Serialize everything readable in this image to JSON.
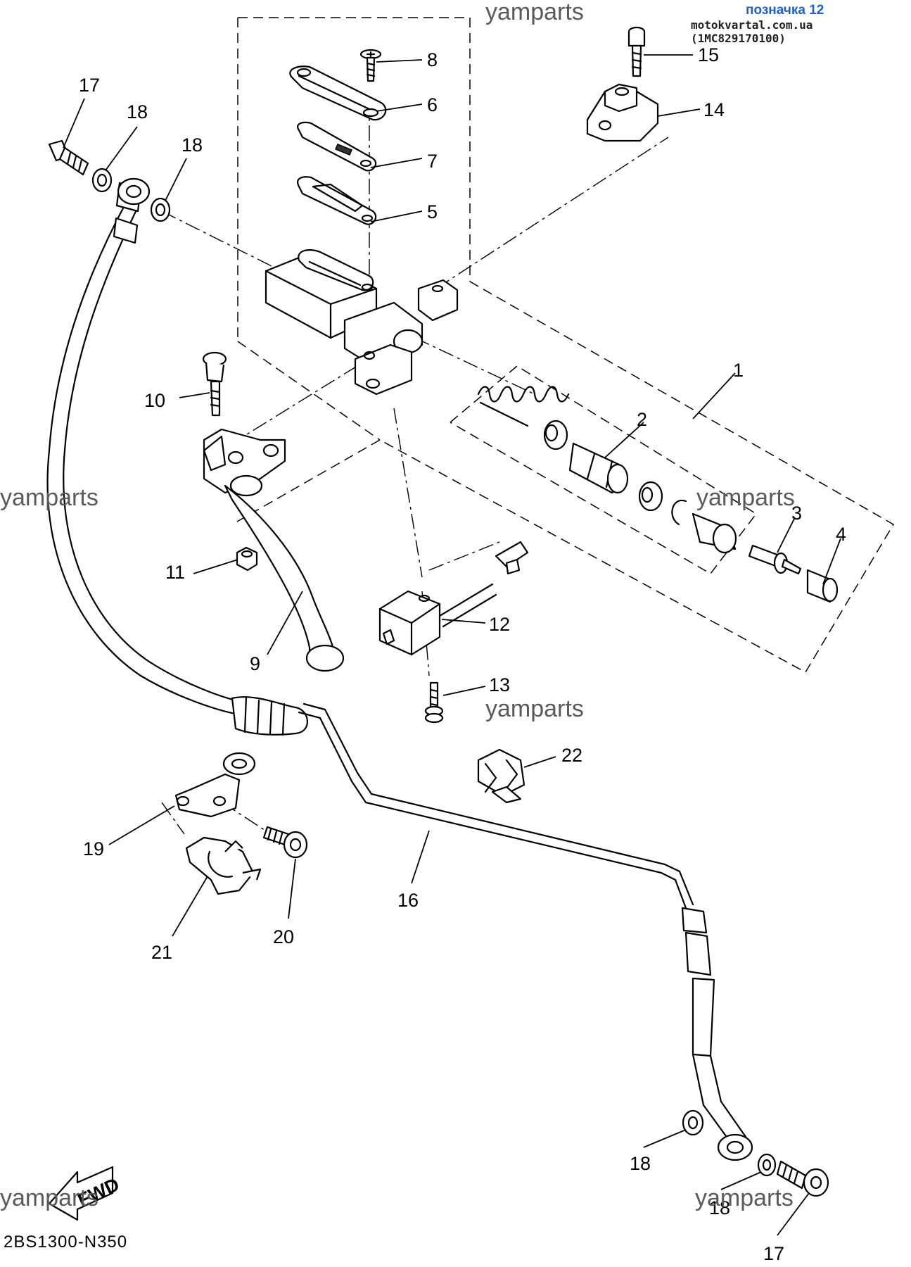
{
  "header": {
    "label": "позначка 12",
    "source": "motokvartal.com.ua (1MC829170100)"
  },
  "watermark": "yamparts",
  "diagram_code": "2BS1300-N350",
  "fwd_label": "FWD",
  "callouts": [
    "1",
    "2",
    "3",
    "4",
    "5",
    "6",
    "7",
    "8",
    "9",
    "10",
    "11",
    "12",
    "13",
    "14",
    "15",
    "16",
    "17",
    "17",
    "18",
    "18",
    "18",
    "18",
    "19",
    "20",
    "21",
    "22"
  ]
}
